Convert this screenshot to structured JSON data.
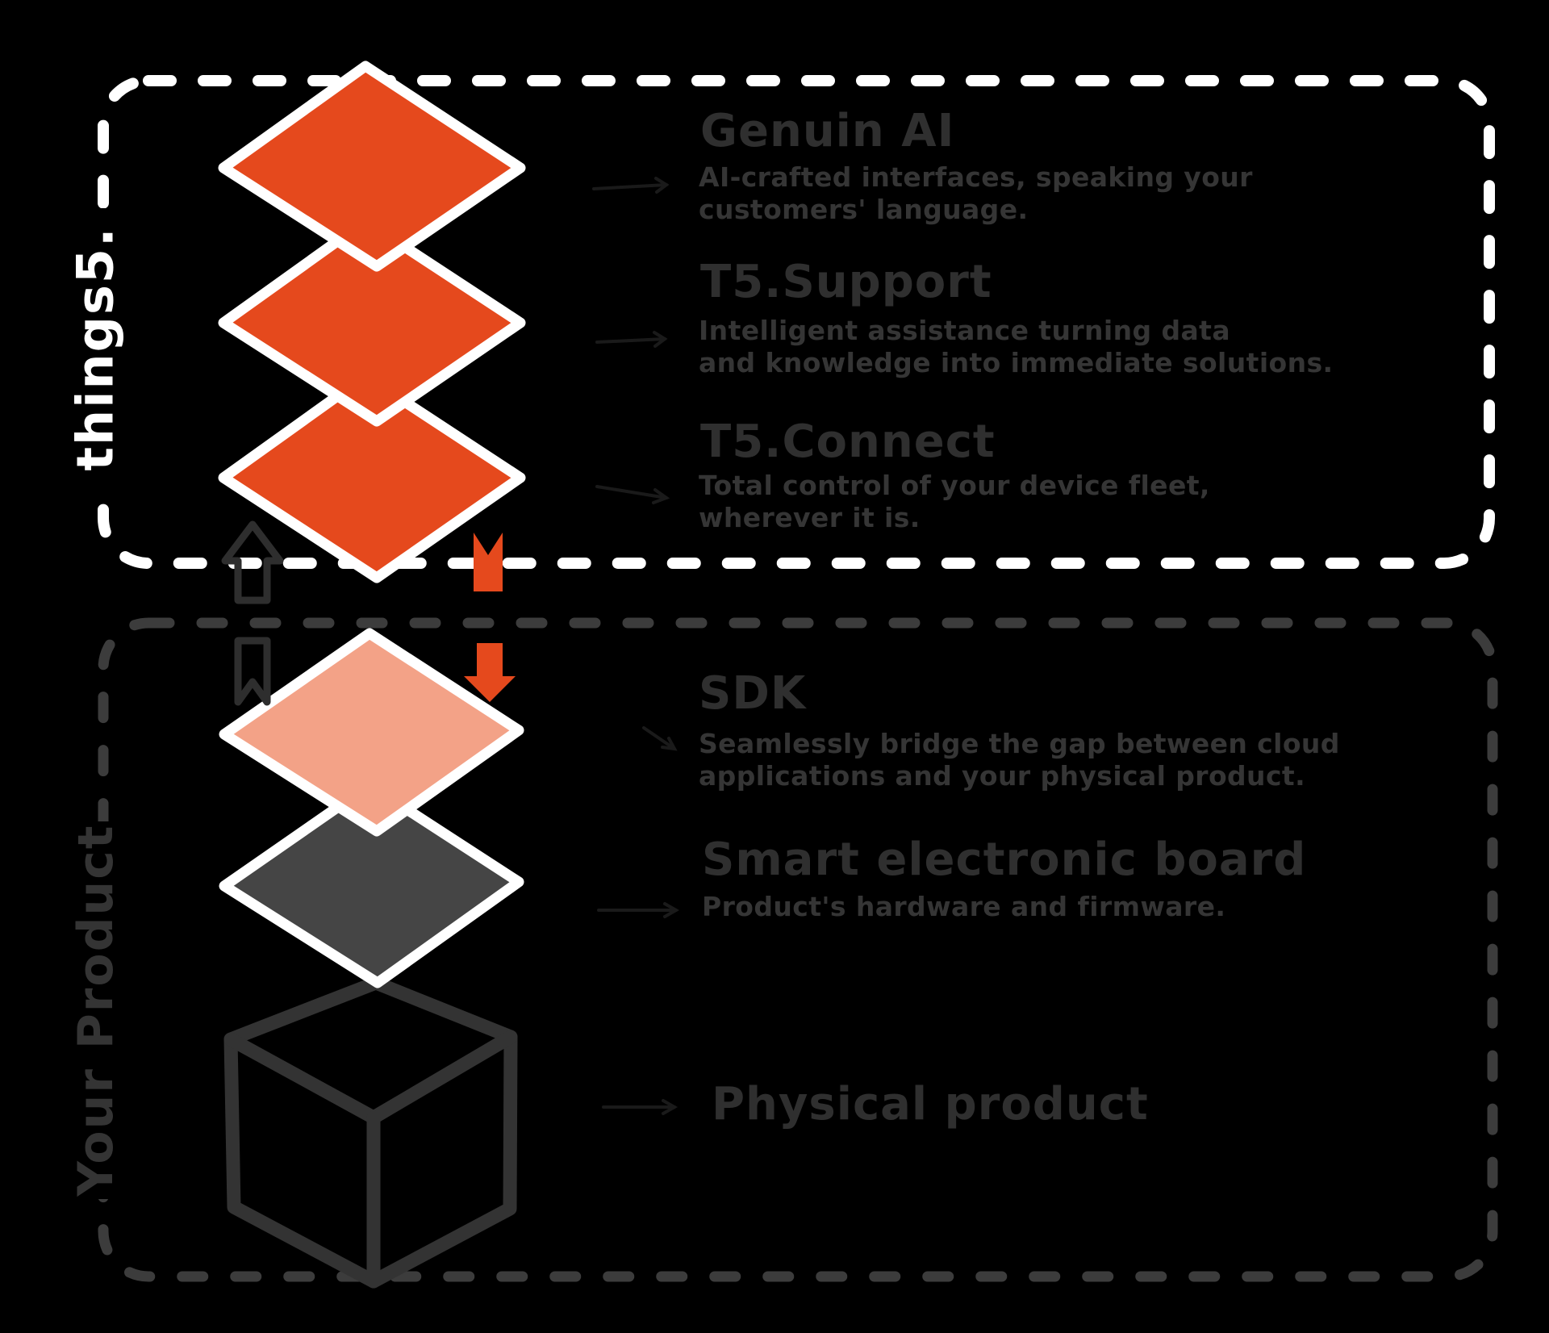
{
  "brand": {
    "things5_label": "things5.",
    "your_product_label": "Your Product"
  },
  "colors": {
    "background": "#000000",
    "orange": "#E5491D",
    "salmon": "#F3A287",
    "dark_diamond": "#454545",
    "white_stroke": "#FFFFFF",
    "gray_dash": "#3C3C3C",
    "cube_line": "#333333",
    "title_text": "#2F2F2F",
    "body_text": "#353535",
    "things5_label_color": "#FFFFFF",
    "your_product_label_color": "#343434"
  },
  "sections": {
    "genuin_ai": {
      "title": "Genuin AI",
      "line1": "AI-crafted interfaces, speaking your",
      "line2": "customers' language."
    },
    "t5_support": {
      "title": "T5.Support",
      "line1": "Intelligent assistance turning data",
      "line2": "and knowledge into immediate solutions."
    },
    "t5_connect": {
      "title": "T5.Connect",
      "line1": "Total control of your device fleet,",
      "line2": "wherever it is."
    },
    "sdk": {
      "title": "SDK",
      "line1": "Seamlessly bridge the gap between cloud",
      "line2": "applications and your physical product."
    },
    "smart_board": {
      "title": "Smart electronic board",
      "line1": "Product's hardware and firmware."
    },
    "physical_product": {
      "title": "Physical product"
    }
  }
}
